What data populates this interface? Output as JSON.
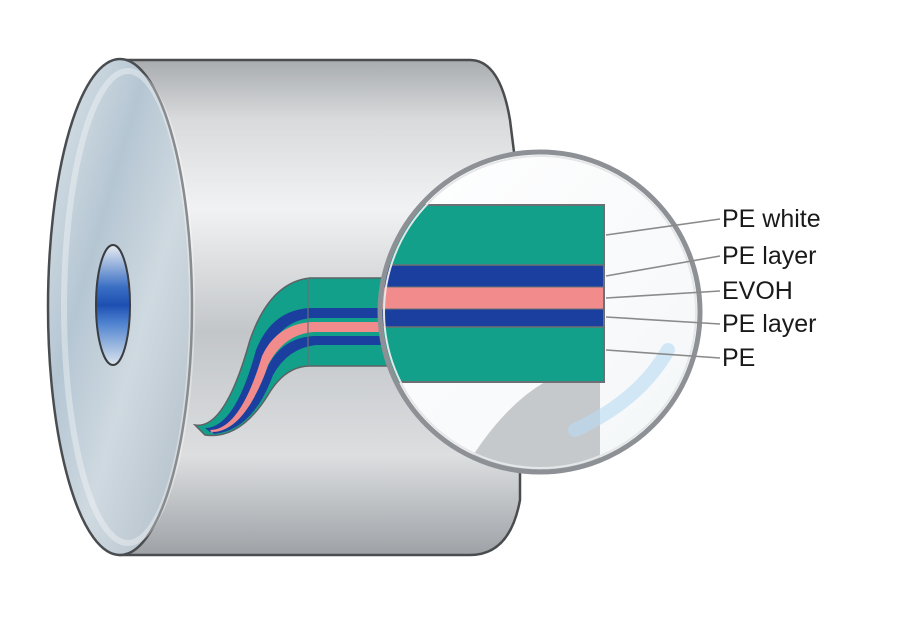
{
  "diagram": {
    "subject": "film roll with magnified multilayer cross-section",
    "colors": {
      "roll_body": "#c9cbcd",
      "roll_face": "#b9c4cc",
      "pe_white": "#12a08a",
      "pe_layer": "#1b3f9e",
      "evoh": "#f28c8c",
      "pe": "#12a08a",
      "leader_line": "#8a8a8a"
    }
  },
  "layers": [
    {
      "label": "PE white",
      "color_key": "pe_white"
    },
    {
      "label": "PE layer",
      "color_key": "pe_layer"
    },
    {
      "label": "EVOH",
      "color_key": "evoh"
    },
    {
      "label": "PE layer",
      "color_key": "pe_layer"
    },
    {
      "label": "PE",
      "color_key": "pe"
    }
  ]
}
